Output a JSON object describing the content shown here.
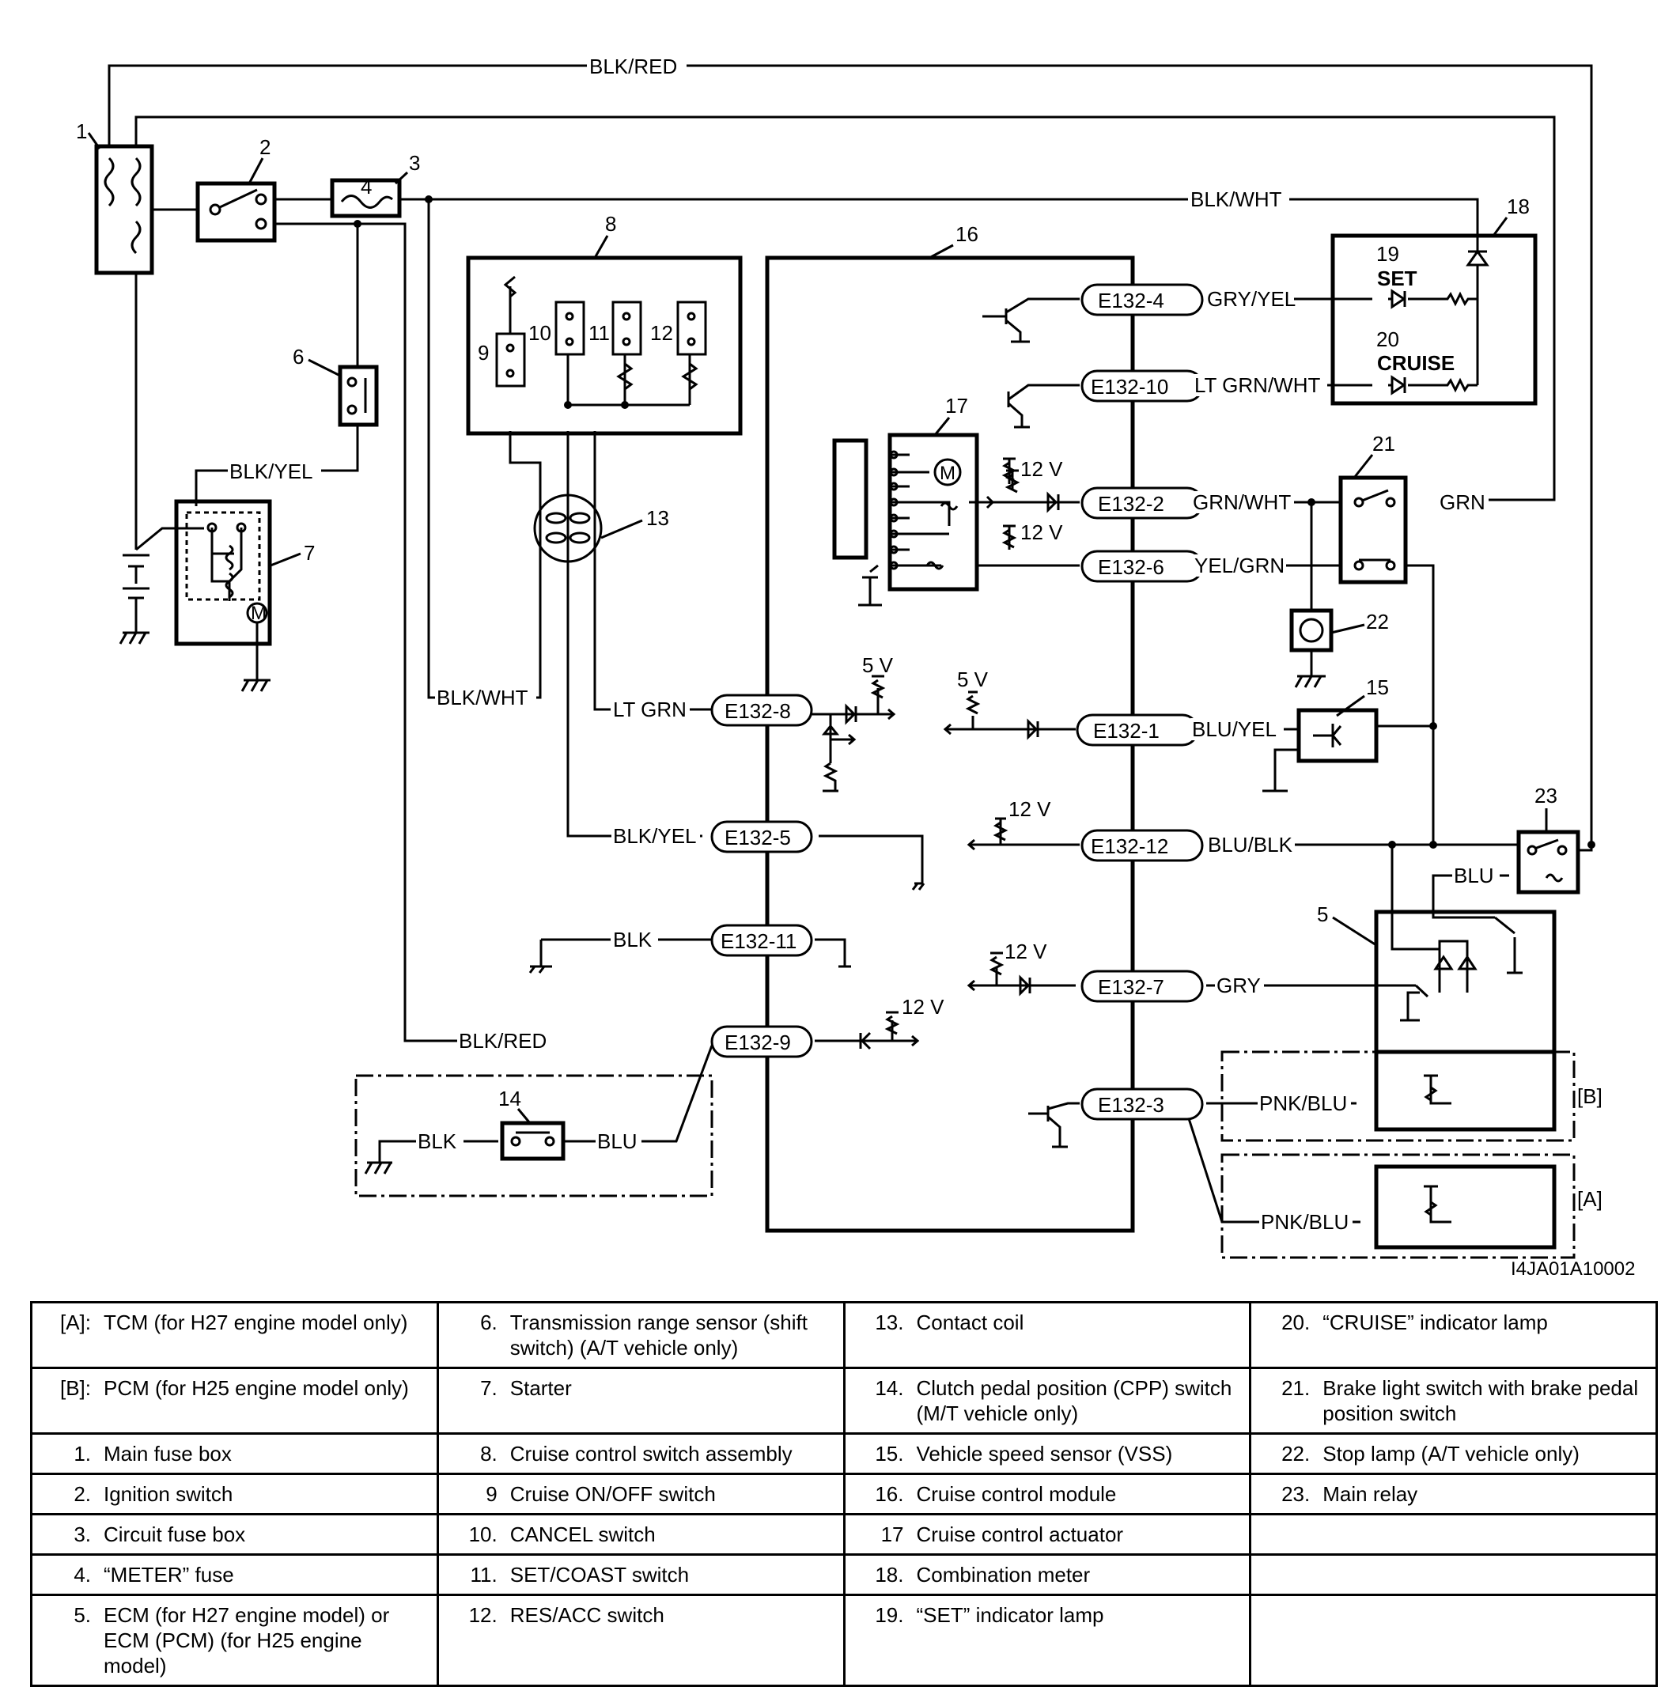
{
  "diagram": {
    "callouts": [
      "1",
      "2",
      "3",
      "4",
      "5",
      "6",
      "7",
      "8",
      "9",
      "10",
      "11",
      "12",
      "13",
      "14",
      "15",
      "16",
      "17",
      "18",
      "19",
      "20",
      "21",
      "22",
      "23"
    ],
    "wires": {
      "blk_red": "BLK/RED",
      "blk_wht": "BLK/WHT",
      "blk_yel": "BLK/YEL",
      "gry_yel": "GRY/YEL",
      "lt_grn_wht": "LT GRN/WHT",
      "grn_wht": "GRN/WHT",
      "grn": "GRN",
      "yel_grn": "YEL/GRN",
      "lt_grn": "LT GRN",
      "blu_yel": "BLU/YEL",
      "blu_blk": "BLU/BLK",
      "blu": "BLU",
      "blk": "BLK",
      "gry": "GRY",
      "pnk_blu": "PNK/BLU"
    },
    "terminals": {
      "e4": "E132-4",
      "e10": "E132-10",
      "e2": "E132-2",
      "e6": "E132-6",
      "e8": "E132-8",
      "e1": "E132-1",
      "e5": "E132-5",
      "e12": "E132-12",
      "e11": "E132-11",
      "e7": "E132-7",
      "e9": "E132-9",
      "e3": "E132-3"
    },
    "voltages": {
      "v5": "5 V",
      "v12": "12 V"
    },
    "lamps": {
      "set": "SET",
      "cruise": "CRUISE"
    },
    "motor": "M",
    "ecm_box_labels": {
      "b": "[B]",
      "a": "[A]"
    },
    "figure_id": "I4JA01A10002"
  },
  "legend": [
    [
      {
        "k": "[A]:",
        "v": "TCM (for H27 engine model only)"
      },
      {
        "k": "6.",
        "v": "Transmission range sensor (shift switch) (A/T vehicle only)"
      },
      {
        "k": "13.",
        "v": "Contact coil"
      },
      {
        "k": "20.",
        "v": "“CRUISE” indicator lamp"
      }
    ],
    [
      {
        "k": "[B]:",
        "v": "PCM (for H25 engine model only)"
      },
      {
        "k": "7.",
        "v": "Starter"
      },
      {
        "k": "14.",
        "v": "Clutch pedal position (CPP) switch (M/T vehicle only)"
      },
      {
        "k": "21.",
        "v": "Brake light switch with brake pedal position switch"
      }
    ],
    [
      {
        "k": "1.",
        "v": "Main fuse box"
      },
      {
        "k": "8.",
        "v": "Cruise control switch assembly"
      },
      {
        "k": "15.",
        "v": "Vehicle speed sensor (VSS)"
      },
      {
        "k": "22.",
        "v": "Stop lamp (A/T vehicle only)"
      }
    ],
    [
      {
        "k": "2.",
        "v": "Ignition switch"
      },
      {
        "k": "9",
        "v": "Cruise ON/OFF switch"
      },
      {
        "k": "16.",
        "v": "Cruise control module"
      },
      {
        "k": "23.",
        "v": "Main relay"
      }
    ],
    [
      {
        "k": "3.",
        "v": "Circuit fuse box"
      },
      {
        "k": "10.",
        "v": "CANCEL switch"
      },
      {
        "k": "17",
        "v": "Cruise control actuator"
      },
      {
        "k": "",
        "v": ""
      }
    ],
    [
      {
        "k": "4.",
        "v": "“METER” fuse"
      },
      {
        "k": "11.",
        "v": "SET/COAST switch"
      },
      {
        "k": "18.",
        "v": "Combination meter"
      },
      {
        "k": "",
        "v": ""
      }
    ],
    [
      {
        "k": "5.",
        "v": "ECM (for H27 engine model) or ECM (PCM) (for H25 engine model)"
      },
      {
        "k": "12.",
        "v": "RES/ACC switch"
      },
      {
        "k": "19.",
        "v": "“SET” indicator lamp"
      },
      {
        "k": "",
        "v": ""
      }
    ]
  ]
}
